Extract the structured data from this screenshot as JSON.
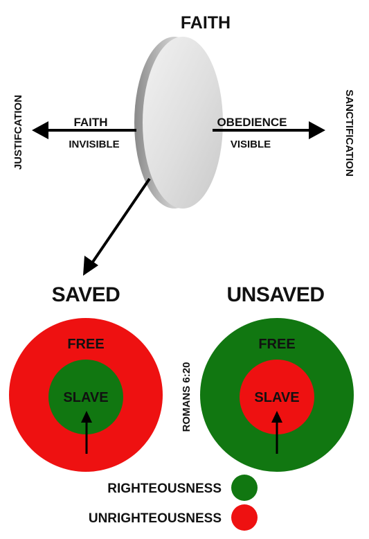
{
  "top": {
    "title": "FAITH"
  },
  "left_branch": {
    "side_label": "JUSTIFCATION",
    "upper_label": "FAITH",
    "lower_label": "INVISIBLE"
  },
  "right_branch": {
    "side_label": "SANCTIFICATION",
    "upper_label": "OBEDIENCE",
    "lower_label": "VISIBLE"
  },
  "saved": {
    "heading": "SAVED",
    "outer_label": "FREE",
    "inner_label": "SLAVE",
    "outer_color": "#ee1111",
    "inner_color": "#117711"
  },
  "unsaved": {
    "heading": "UNSAVED",
    "outer_label": "FREE",
    "inner_label": "SLAVE",
    "outer_color": "#117711",
    "inner_color": "#ee1111"
  },
  "reference": {
    "text": "ROMANS 6:20"
  },
  "legend": {
    "items": [
      {
        "label": "RIGHTEOUSNESS",
        "color": "#117711"
      },
      {
        "label": "UNRIGHTEOUSNESS",
        "color": "#ee1111"
      }
    ]
  }
}
